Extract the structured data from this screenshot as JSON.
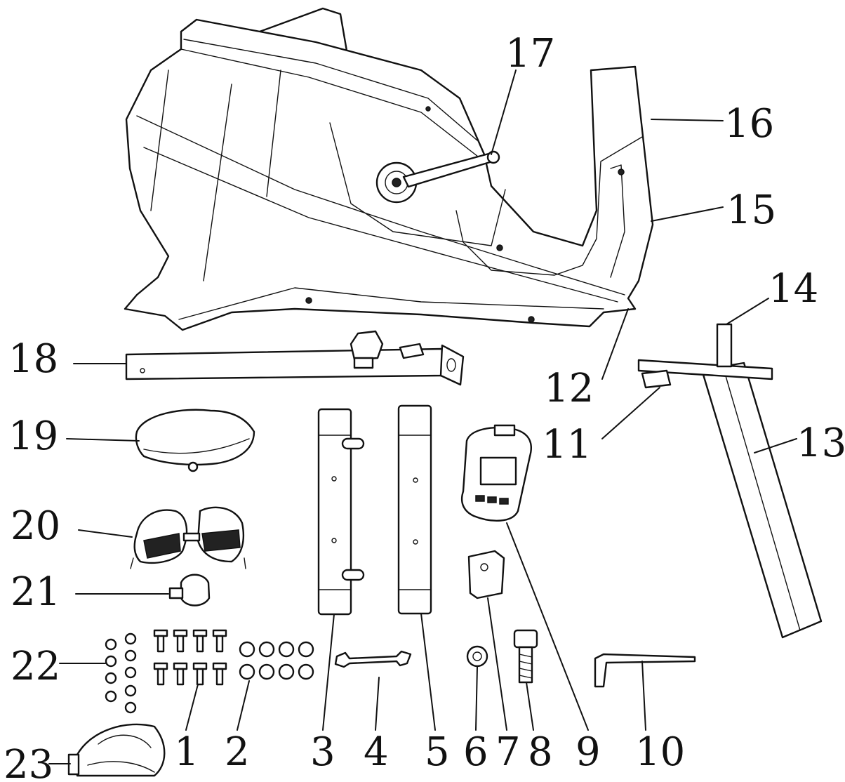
{
  "diagram": {
    "parts": [
      {
        "id": "1",
        "label": "1"
      },
      {
        "id": "2",
        "label": "2"
      },
      {
        "id": "3",
        "label": "3"
      },
      {
        "id": "4",
        "label": "4"
      },
      {
        "id": "5",
        "label": "5"
      },
      {
        "id": "6",
        "label": "6"
      },
      {
        "id": "7",
        "label": "7"
      },
      {
        "id": "8",
        "label": "8"
      },
      {
        "id": "9",
        "label": "9"
      },
      {
        "id": "10",
        "label": "10"
      },
      {
        "id": "11",
        "label": "11"
      },
      {
        "id": "12",
        "label": "12"
      },
      {
        "id": "13",
        "label": "13"
      },
      {
        "id": "14",
        "label": "14"
      },
      {
        "id": "15",
        "label": "15"
      },
      {
        "id": "16",
        "label": "16"
      },
      {
        "id": "17",
        "label": "17"
      },
      {
        "id": "18",
        "label": "18"
      },
      {
        "id": "19",
        "label": "19"
      },
      {
        "id": "20",
        "label": "20"
      },
      {
        "id": "21",
        "label": "21"
      },
      {
        "id": "22",
        "label": "22"
      },
      {
        "id": "23",
        "label": "23"
      }
    ]
  }
}
